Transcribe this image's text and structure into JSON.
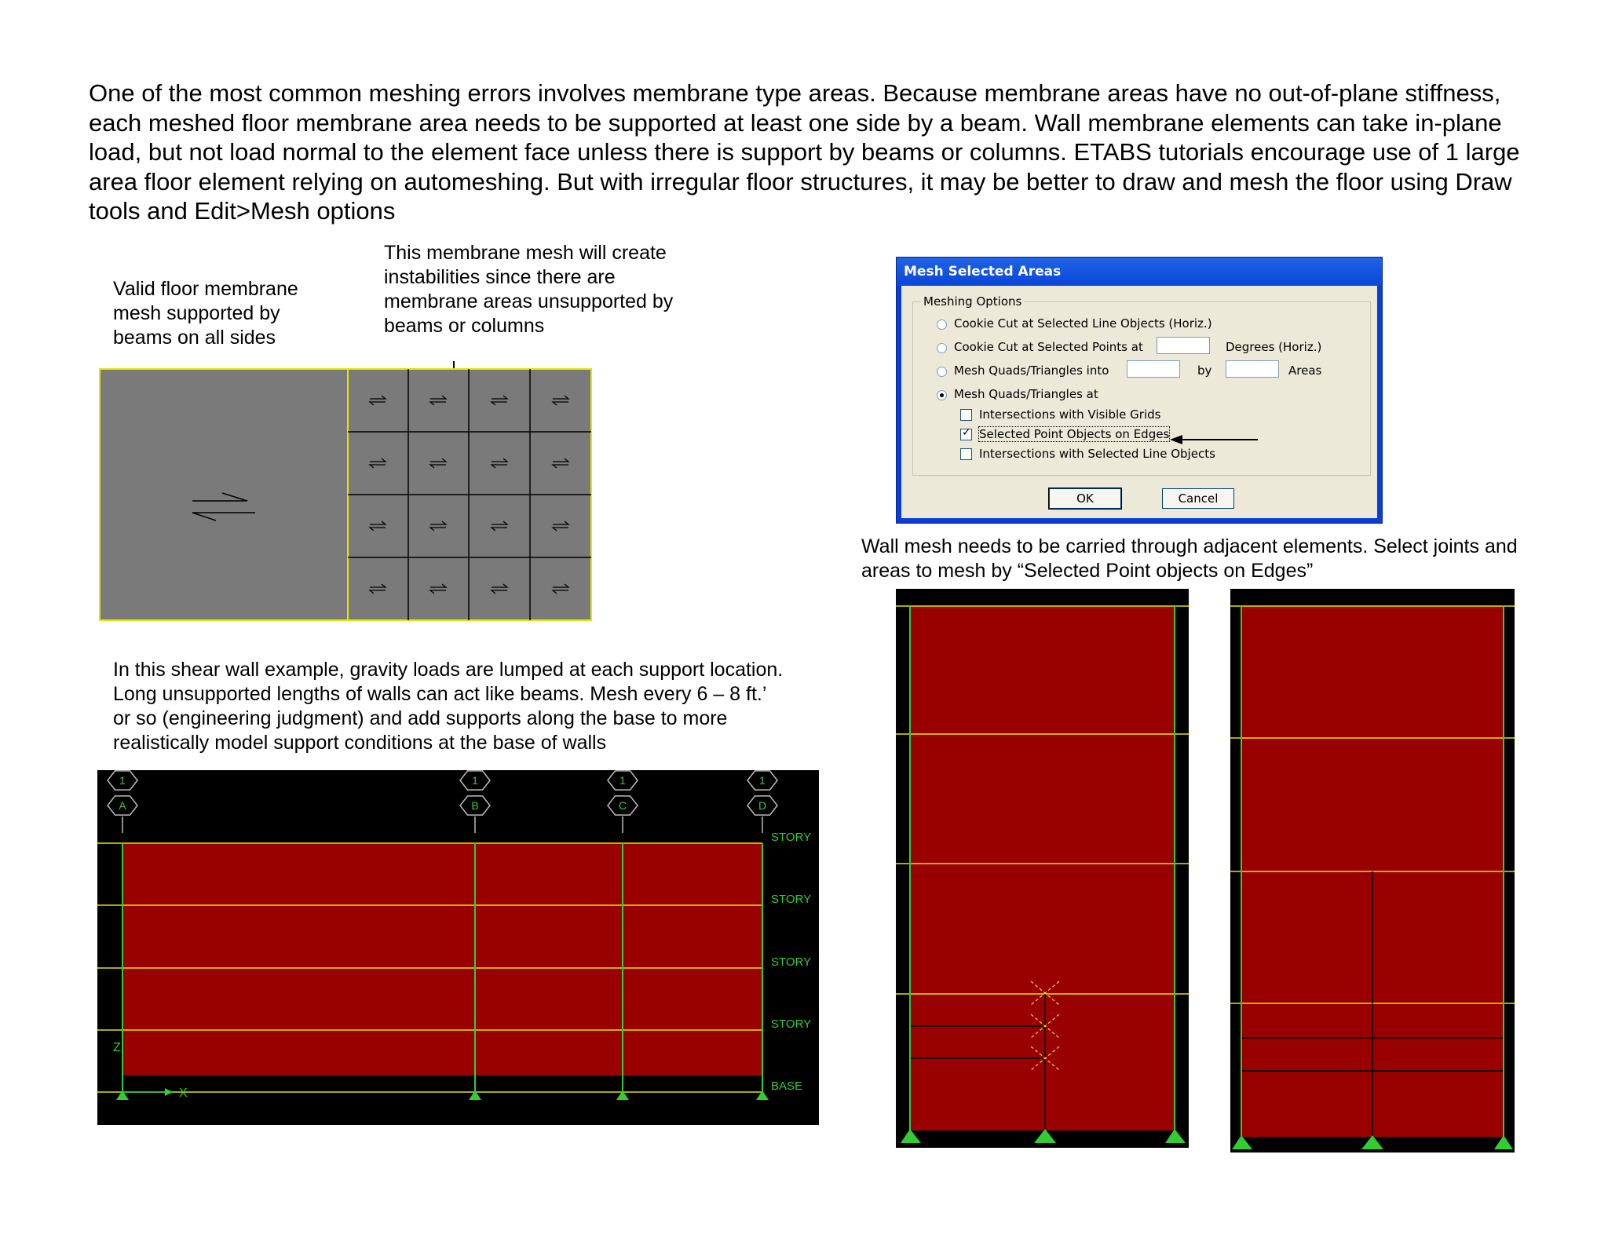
{
  "intro_text": "One of the most common meshing errors involves membrane type areas. Because membrane areas have no out-of-plane stiffness, each meshed floor membrane area needs to be supported at least one side by a beam. Wall membrane elements can take in-plane load, but not load normal to the element face unless there is support by beams or columns. ETABS tutorials encourage use of 1 large area floor element relying on automeshing. But with irregular floor structures, it may be better to draw and mesh the floor using Draw tools and Edit>Mesh options",
  "captions": {
    "valid_floor": "Valid floor membrane mesh supported by beams on all sides",
    "unstable_mesh": "This membrane mesh will create instabilities since there are membrane areas unsupported by beams or columns",
    "shear_wall": "In this shear wall example, gravity loads are lumped at each support location. Long unsupported lengths of walls can act like beams. Mesh every 6 – 8 ft.’ or so (engineering judgment) and add supports along the base to more realistically model support conditions at the base of walls",
    "wall_mesh": "Wall mesh needs to be carried through adjacent elements. Select joints and areas to mesh by “Selected Point objects on Edges”"
  },
  "dialog": {
    "title": "Mesh Selected Areas",
    "group_label": "Meshing Options",
    "opt_cookie_lines": "Cookie Cut at Selected Line Objects (Horiz.)",
    "opt_cookie_points": "Cookie Cut at Selected Points at",
    "degrees_label": "Degrees (Horiz.)",
    "opt_mesh_into": "Mesh Quads/Triangles into",
    "by_label": "by",
    "areas_label": "Areas",
    "opt_mesh_at": "Mesh Quads/Triangles at",
    "chk_grids": "Intersections with Visible Grids",
    "chk_points": "Selected Point Objects on Edges",
    "chk_lines": "Intersections with Selected Line Objects",
    "ok": "OK",
    "cancel": "Cancel",
    "selected_option": "Mesh Quads/Triangles at",
    "chk_grids_checked": false,
    "chk_points_checked": true,
    "chk_lines_checked": false
  },
  "elevation": {
    "grid_bubbles": [
      {
        "top": "1",
        "bottom": "A"
      },
      {
        "top": "1",
        "bottom": "B"
      },
      {
        "top": "1",
        "bottom": "C"
      },
      {
        "top": "1",
        "bottom": "D"
      }
    ],
    "story_labels": [
      "STORY",
      "STORY",
      "STORY",
      "STORY",
      "BASE"
    ],
    "axis_z": "Z",
    "axis_x": "X"
  },
  "colors": {
    "wall_red": "#990000",
    "grid_green": "#33cc33",
    "story_yellow": "#e6e600",
    "floor_gray": "#7a7a7a",
    "viewer_black": "#000000"
  }
}
